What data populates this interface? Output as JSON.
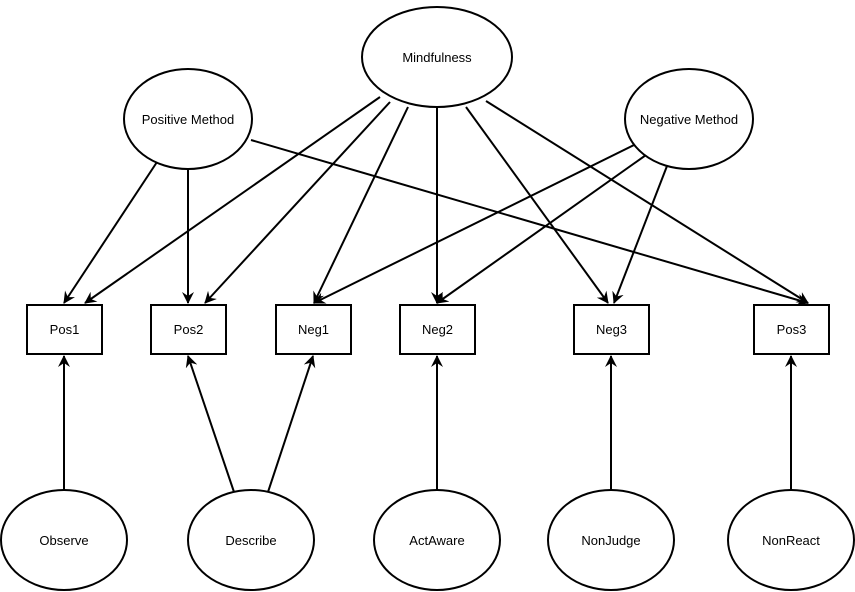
{
  "diagram": {
    "nodes": {
      "mindfulness": "Mindfulness",
      "positive_method": "Positive Method",
      "negative_method": "Negative Method",
      "pos1": "Pos1",
      "pos2": "Pos2",
      "neg1": "Neg1",
      "neg2": "Neg2",
      "neg3": "Neg3",
      "pos3": "Pos3",
      "observe": "Observe",
      "describe": "Describe",
      "actaware": "ActAware",
      "nonjudge": "NonJudge",
      "nonreact": "NonReact"
    },
    "edges": [
      {
        "from": "mindfulness",
        "to": "pos1"
      },
      {
        "from": "mindfulness",
        "to": "pos2"
      },
      {
        "from": "mindfulness",
        "to": "neg1"
      },
      {
        "from": "mindfulness",
        "to": "neg2"
      },
      {
        "from": "mindfulness",
        "to": "neg3"
      },
      {
        "from": "mindfulness",
        "to": "pos3"
      },
      {
        "from": "positive_method",
        "to": "pos1"
      },
      {
        "from": "positive_method",
        "to": "pos2"
      },
      {
        "from": "positive_method",
        "to": "pos3"
      },
      {
        "from": "negative_method",
        "to": "neg1"
      },
      {
        "from": "negative_method",
        "to": "neg2"
      },
      {
        "from": "negative_method",
        "to": "neg3"
      },
      {
        "from": "observe",
        "to": "pos1"
      },
      {
        "from": "describe",
        "to": "pos2"
      },
      {
        "from": "describe",
        "to": "neg1"
      },
      {
        "from": "actaware",
        "to": "neg2"
      },
      {
        "from": "nonjudge",
        "to": "neg3"
      },
      {
        "from": "nonreact",
        "to": "pos3"
      }
    ]
  }
}
